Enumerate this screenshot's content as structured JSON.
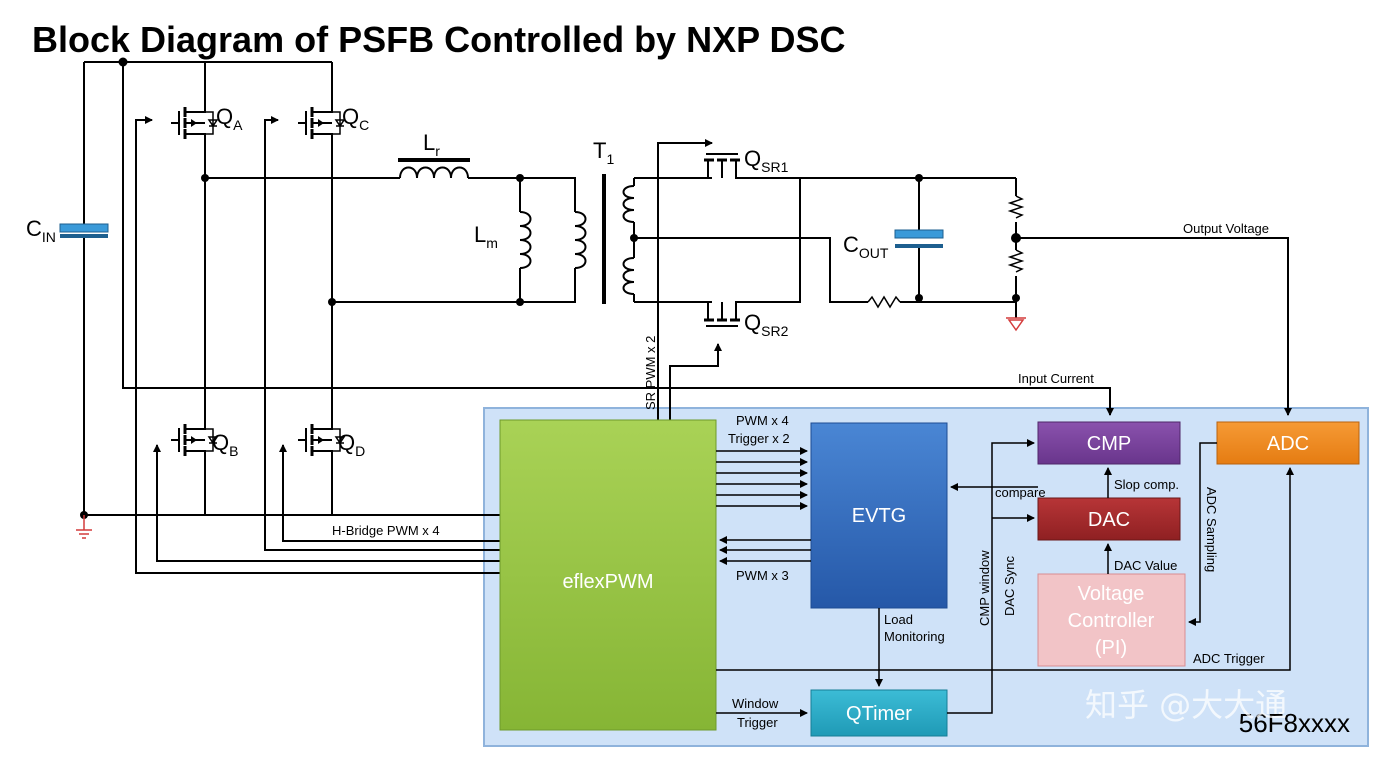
{
  "title": "Block Diagram of PSFB Controlled by NXP DSC",
  "colors": {
    "mcu_fill": "#cfe2f8",
    "eflexpwm": "#92c23e",
    "evtg": "#2f6cc0",
    "cmp": "#7a3f9d",
    "dac": "#a3282b",
    "adc": "#ef8a1e",
    "voltage_controller": "#f2c4c7",
    "qtimer": "#29aec9",
    "capacitor": "#3a9ad9",
    "ground": "#d43b3b"
  },
  "power_stage": {
    "cin": {
      "main": "C",
      "sub": "IN"
    },
    "qa": {
      "main": "Q",
      "sub": "A"
    },
    "qb": {
      "main": "Q",
      "sub": "B"
    },
    "qc": {
      "main": "Q",
      "sub": "C"
    },
    "qd": {
      "main": "Q",
      "sub": "D"
    },
    "lr": {
      "main": "L",
      "sub": "r"
    },
    "lm": {
      "main": "L",
      "sub": "m"
    },
    "t1": {
      "main": "T",
      "sub": "1"
    },
    "qsr1": {
      "main": "Q",
      "sub": "SR1"
    },
    "qsr2": {
      "main": "Q",
      "sub": "SR2"
    },
    "cout": {
      "main": "C",
      "sub": "OUT"
    }
  },
  "signals": {
    "output_voltage": "Output  Voltage",
    "input_current": "Input Current",
    "sr_pwm": "SR PWM x 2",
    "hbridge_pwm": "H-Bridge PWM x 4",
    "pwm_x4": "PWM x 4",
    "trigger_x2": "Trigger x 2",
    "pwm_x3": "PWM x 3",
    "compare": "compare",
    "slop_comp": "Slop comp.",
    "dac_value": "DAC Value",
    "adc_sampling": "ADC Sampling",
    "cmp_window": "CMP window",
    "dac_sync": "DAC Sync",
    "load_monitoring_1": "Load",
    "load_monitoring_2": "Monitoring",
    "adc_trigger": "ADC Trigger",
    "window_trigger_1": "Window",
    "window_trigger_2": "Trigger"
  },
  "blocks": {
    "eflexpwm": "eflexPWM",
    "evtg": "EVTG",
    "cmp": "CMP",
    "dac": "DAC",
    "adc": "ADC",
    "voltage_controller_1": "Voltage",
    "voltage_controller_2": "Controller",
    "voltage_controller_3": "(PI)",
    "qtimer": "QTimer"
  },
  "chip_label": "56F8xxxx",
  "watermark": "知乎 @大大通"
}
